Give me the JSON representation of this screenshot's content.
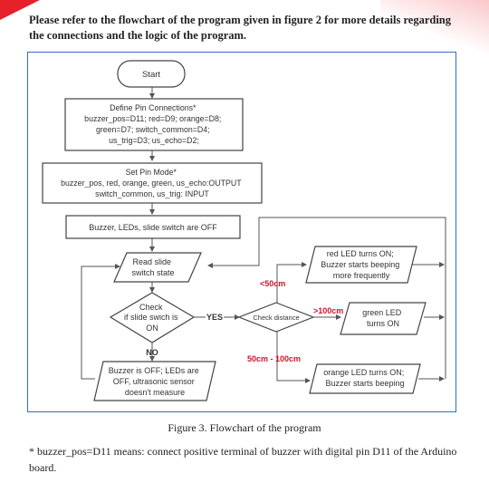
{
  "intro": "Please refer to the flowchart of the program given in figure 2 for more details regarding the connections and the logic of the program.",
  "flowchart": {
    "start": "Start",
    "define": [
      "Define Pin Connections*",
      "buzzer_pos=D11; red=D9; orange=D8;",
      "green=D7; switch_common=D4;",
      "us_trig=D3; us_echo=D2;"
    ],
    "pinmode": [
      "Set Pin Mode*",
      "buzzer_pos, red, orange, green, us_echo:OUTPUT",
      "switch_common, us_trig: INPUT"
    ],
    "off": "Buzzer, LEDs, slide switch are OFF",
    "read": [
      "Read slide",
      "switch state"
    ],
    "check_switch": [
      "Check",
      "if slide swich is",
      "ON"
    ],
    "yes": "YES",
    "no": "NO",
    "check_distance": "Check distance",
    "less50": "<50cm",
    "more100": ">100cm",
    "between": "50cm - 100cm",
    "red": [
      "red LED turns ON;",
      "Buzzer starts beeping",
      "more frequently"
    ],
    "green": [
      "green LED",
      "turns ON"
    ],
    "orange": [
      "orange LED turns ON;",
      "Buzzer starts beeping"
    ],
    "buzzer_off": [
      "Buzzer is OFF; LEDs are",
      "OFF, ultrasonic sensor",
      "doesn't measure"
    ]
  },
  "caption": "Figure 3. Flowchart of the program",
  "footnote": "* buzzer_pos=D11 means: connect  positive terminal of buzzer with digital pin D11 of the Arduino board.",
  "colors": {
    "accent_red": "#e6212a",
    "frame_blue": "#2f6fbf",
    "label_red": "#d0142c"
  }
}
